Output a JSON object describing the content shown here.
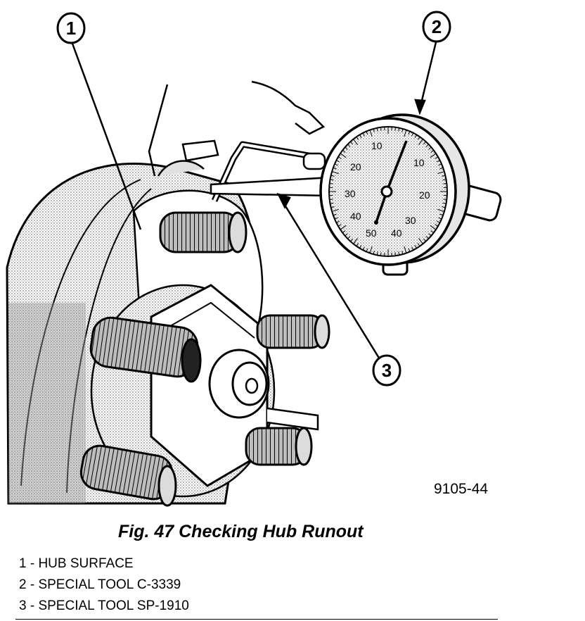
{
  "callouts": {
    "c1": "1",
    "c2": "2",
    "c3": "3"
  },
  "dial": {
    "marks": [
      "10",
      "20",
      "30",
      "40",
      "50",
      "10",
      "20",
      "30",
      "40"
    ]
  },
  "figure_code": "9105-44",
  "caption": "Fig. 47 Checking Hub Runout",
  "legend": [
    "1 - HUB SURFACE",
    "2 - SPECIAL TOOL C-3339",
    "3 - SPECIAL TOOL SP-1910"
  ],
  "colors": {
    "ink": "#000000",
    "shade": "#c8c8c8",
    "dark_shade": "#9a9a9a",
    "paper": "#ffffff"
  }
}
